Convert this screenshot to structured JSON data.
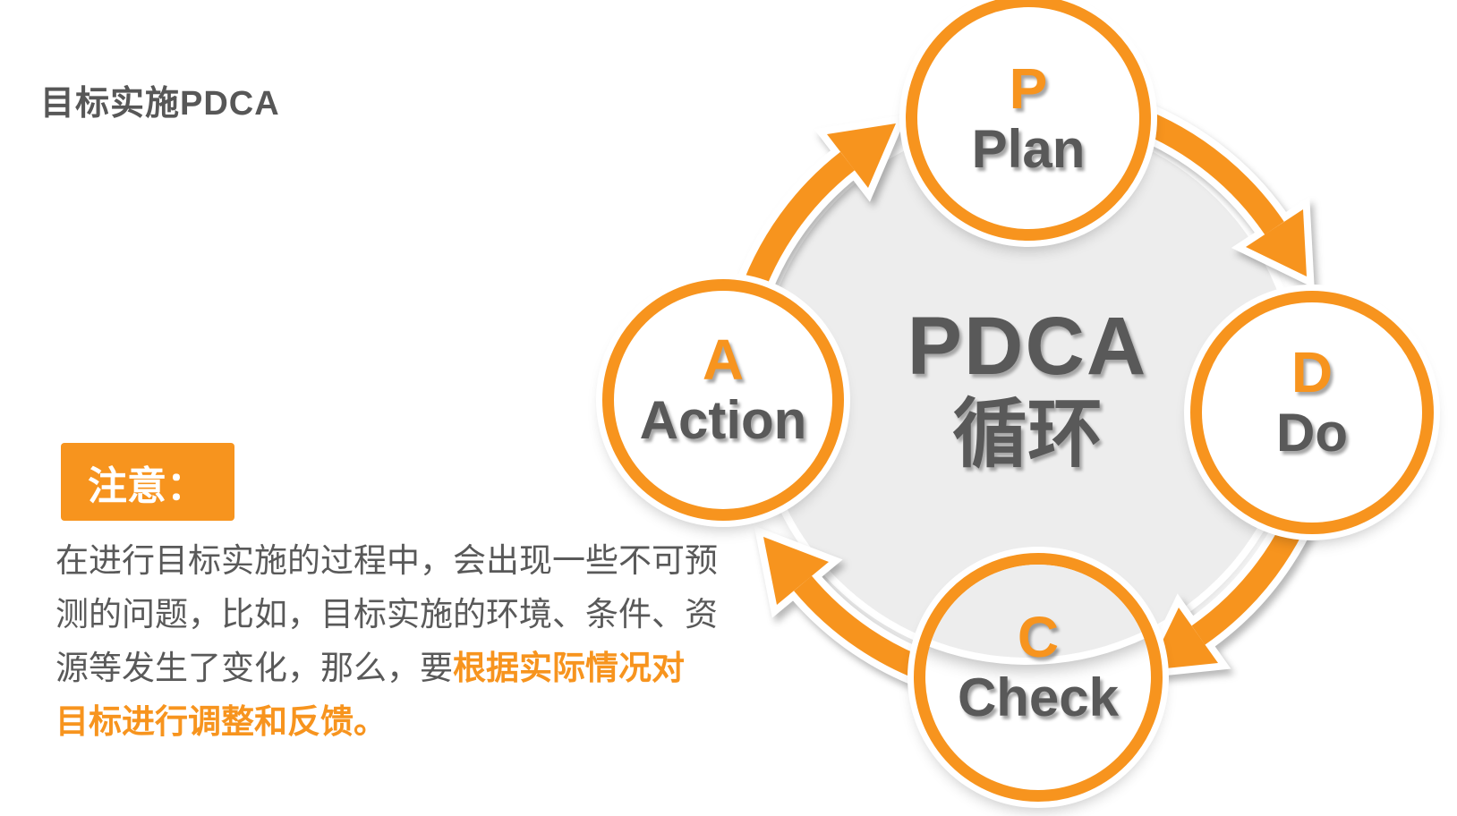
{
  "slide": {
    "title": "目标实施PDCA",
    "note": {
      "label": "注意：",
      "line1": "在进行目标实施的过程中，会出现一些不可预",
      "line2": "测的问题，比如，目标实施的环境、条件、资",
      "line3_normal": "源等发生了变化，那么，要",
      "line3_highlight": "根据实际情况对",
      "line4_highlight": "目标进行调整和反馈。"
    },
    "diagram": {
      "center_line1": "PDCA",
      "center_line2": "循环",
      "nodes": {
        "plan": {
          "letter": "P",
          "word": "Plan"
        },
        "do": {
          "letter": "D",
          "word": "Do"
        },
        "check": {
          "letter": "C",
          "word": "Check"
        },
        "action": {
          "letter": "A",
          "word": "Action"
        }
      }
    },
    "colors": {
      "accent_orange": "#F7941E",
      "text_gray": "#595959",
      "circle_gray": "#EDEDED"
    }
  }
}
